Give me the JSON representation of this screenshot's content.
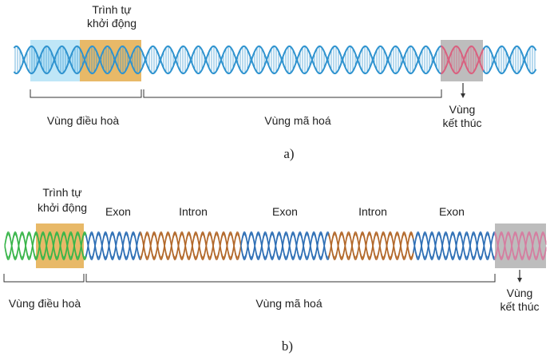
{
  "diagram_a": {
    "promoter_label": [
      "Trình tự",
      "khởi động"
    ],
    "regulatory_label": "Vùng điều hoà",
    "coding_label": "Vùng mã hoá",
    "terminator_label": [
      "Vùng",
      "kết thúc"
    ],
    "caption": "a)"
  },
  "diagram_b": {
    "promoter_label": [
      "Trình tự",
      "khởi động"
    ],
    "segments": [
      "Exon",
      "Intron",
      "Exon",
      "Intron",
      "Exon"
    ],
    "regulatory_label": "Vùng điều hoà",
    "coding_label": "Vùng mã hoá",
    "terminator_label": [
      "Vùng",
      "kết thúc"
    ],
    "caption": "b)"
  },
  "colors": {
    "helix_a": "#2f93cf",
    "terminator_helix": "#d9607f",
    "regulatory_box": "#bfe6f7",
    "promoter_box": "#e8b968",
    "terminator_box": "#bdbdbd",
    "regulatory_helix_b": "#39b54a",
    "exon_helix": "#2e6fb5",
    "intron_helix": "#b2682a",
    "terminator_helix_b": "#d57da0"
  }
}
